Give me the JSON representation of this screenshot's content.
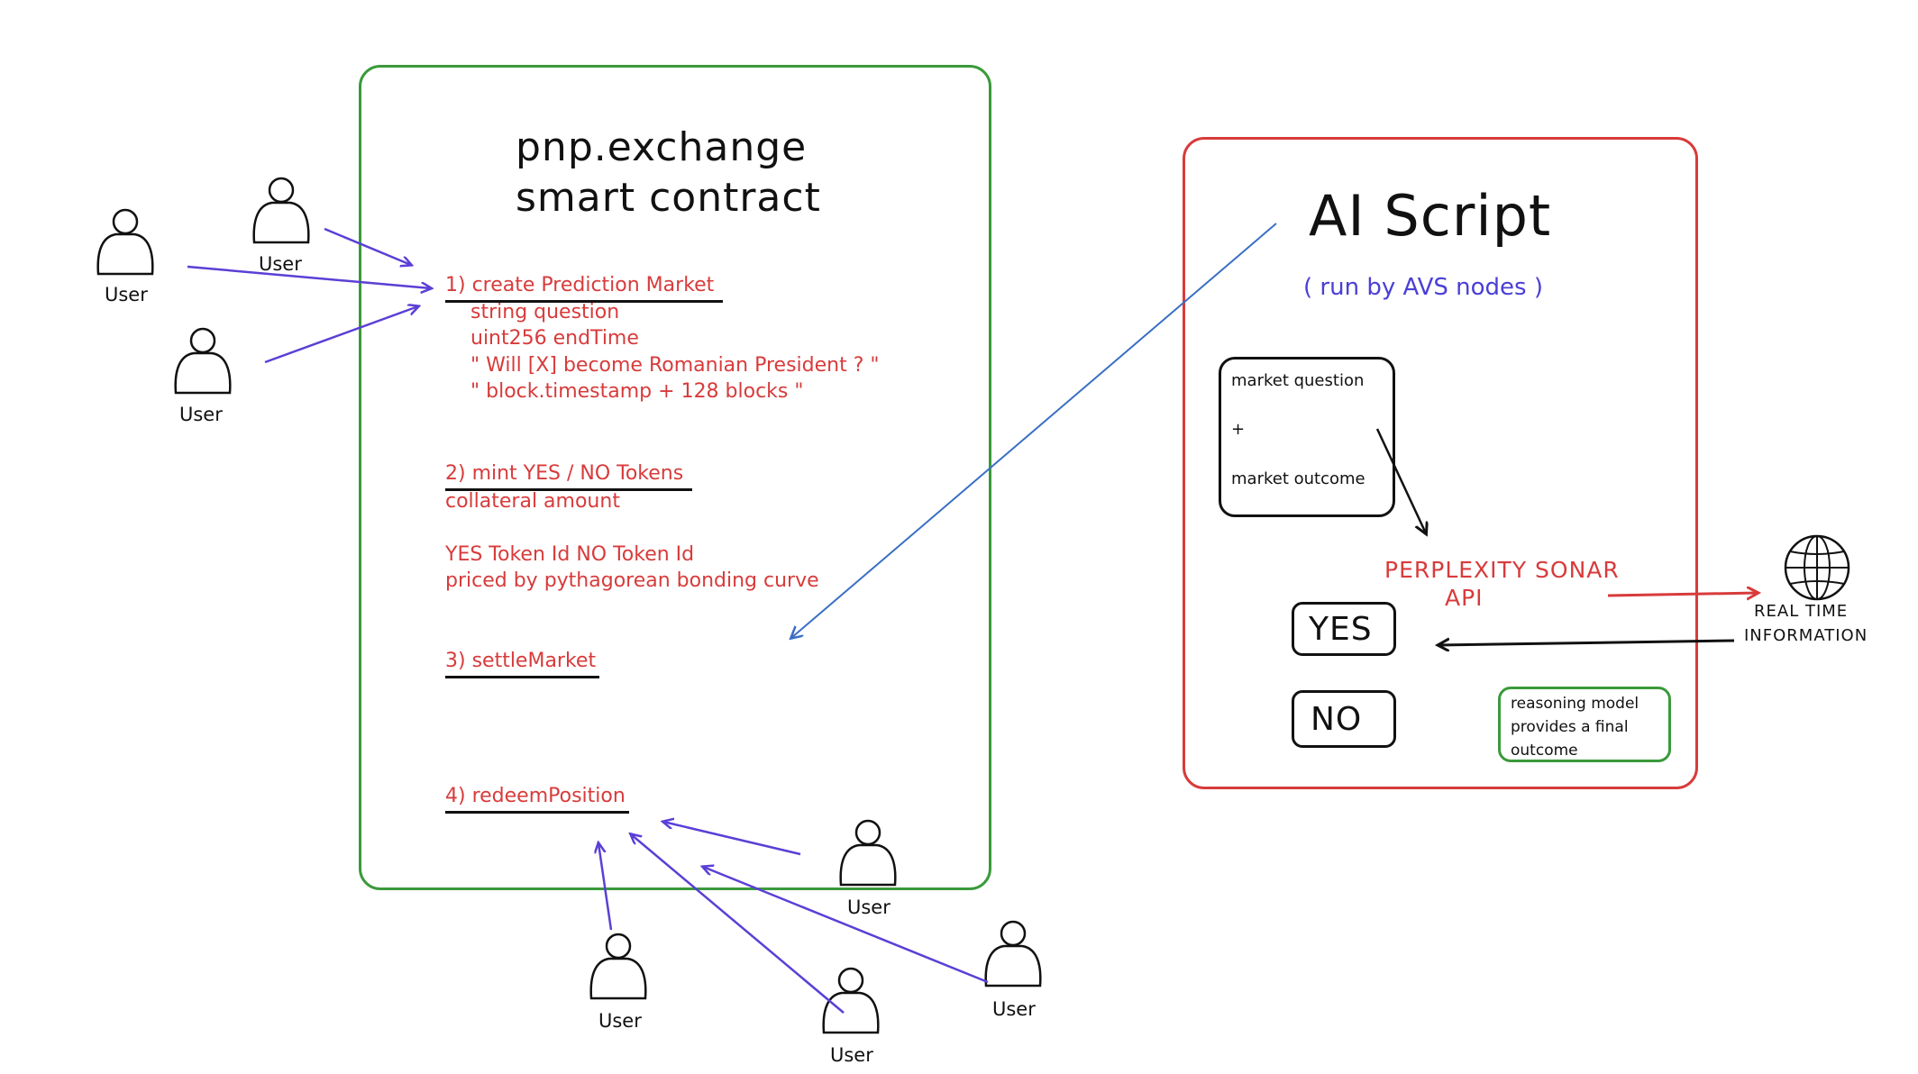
{
  "contract": {
    "title_line1": "pnp.exchange",
    "title_line2": "smart contract",
    "step1": {
      "label": "1) create Prediction Market",
      "lines": [
        "string question",
        "uint256 endTime",
        "\" Will [X] become Romanian President ? \"",
        "\" block.timestamp + 128 blocks \""
      ]
    },
    "step2": {
      "label": "2) mint YES / NO Tokens",
      "line1": "collateral amount",
      "line2": "YES Token Id NO Token Id",
      "line3": "priced by  pythagorean bonding curve"
    },
    "step3": {
      "label": "3) settleMarket"
    },
    "step4": {
      "label": "4) redeemPosition"
    }
  },
  "ai": {
    "title": "AI Script",
    "subtitle": "( run by AVS nodes )",
    "market_box": {
      "line1": "market question",
      "plus": "+",
      "line2": "market outcome"
    },
    "api_line1": "PERPLEXITY SONAR",
    "api_line2": "API",
    "yes": "YES",
    "no": "NO",
    "reasoning": [
      "reasoning model",
      "provides a final",
      "outcome"
    ]
  },
  "external": {
    "line1": "REAL TIME",
    "line2": "INFORMATION",
    "icon": "globe-icon"
  },
  "user_label": "User",
  "colors": {
    "green": "#3a9a3a",
    "red": "#d83b3b",
    "purple": "#5b3fd6",
    "blue": "#3a6fc4",
    "black": "#111111"
  }
}
